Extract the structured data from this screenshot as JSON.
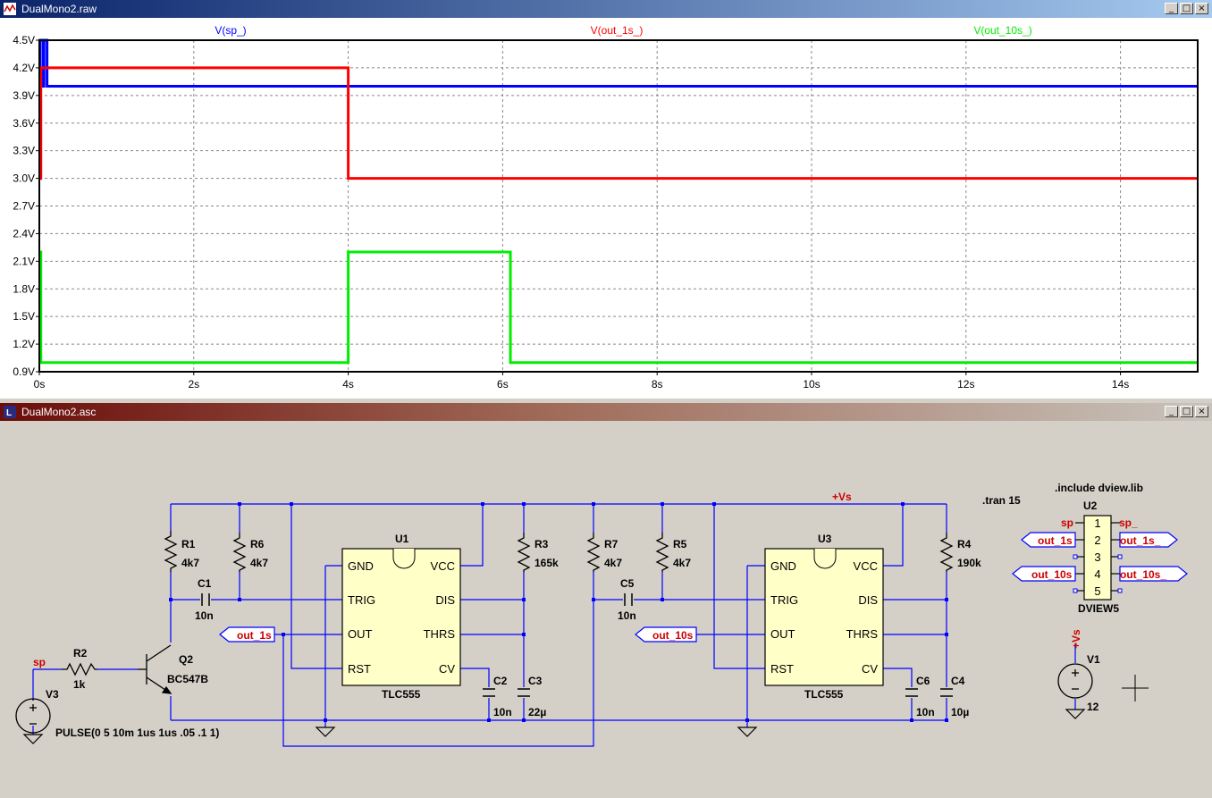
{
  "waveform_window": {
    "title": "DualMono2.raw",
    "minimize_glyph": "_",
    "maximize_glyph": "□",
    "close_glyph": "×"
  },
  "schematic_window": {
    "title": "DualMono2.asc",
    "minimize_glyph": "_",
    "maximize_glyph": "□",
    "close_glyph": "×"
  },
  "chart_data": {
    "type": "line",
    "xlim": [
      0,
      15
    ],
    "ylim": [
      0.9,
      4.5
    ],
    "xticks": [
      0,
      2,
      4,
      6,
      8,
      10,
      12,
      14
    ],
    "xtick_labels": [
      "0s",
      "2s",
      "4s",
      "6s",
      "8s",
      "10s",
      "12s",
      "14s"
    ],
    "yticks": [
      0.9,
      1.2,
      1.5,
      1.8,
      2.1,
      2.4,
      2.7,
      3.0,
      3.3,
      3.6,
      3.9,
      4.2,
      4.5
    ],
    "ytick_labels": [
      "0.9V",
      "1.2V",
      "1.5V",
      "1.8V",
      "2.1V",
      "2.4V",
      "2.7V",
      "3.0V",
      "3.3V",
      "3.6V",
      "3.9V",
      "4.2V",
      "4.5V"
    ],
    "grid": true,
    "series": [
      {
        "name": "V(sp_)",
        "color": "#0000ff",
        "x": [
          0,
          0.01,
          0.01,
          0.05,
          0.05,
          0.06,
          0.06,
          0.1,
          0.1,
          15
        ],
        "y": [
          3.0,
          3.0,
          4.5,
          4.5,
          4.0,
          4.0,
          4.5,
          4.5,
          4.0,
          4.0
        ]
      },
      {
        "name": "V(out_1s_)",
        "color": "#ff0000",
        "x": [
          0,
          0.02,
          0.02,
          4.0,
          4.0,
          15
        ],
        "y": [
          3.0,
          3.0,
          4.2,
          4.2,
          3.0,
          3.0
        ]
      },
      {
        "name": "V(out_10s_)",
        "color": "#00ee00",
        "x": [
          0,
          0.02,
          0.02,
          4.0,
          4.0,
          6.1,
          6.1,
          15
        ],
        "y": [
          2.2,
          2.2,
          1.0,
          1.0,
          2.2,
          2.2,
          1.0,
          1.0
        ]
      }
    ]
  },
  "schematic": {
    "directives": {
      "tran": ".tran 15",
      "include": ".include dview.lib"
    },
    "rail_label": "+Vs",
    "components": {
      "R1": {
        "ref": "R1",
        "value": "4k7"
      },
      "R2": {
        "ref": "R2",
        "value": "1k"
      },
      "R3": {
        "ref": "R3",
        "value": "165k"
      },
      "R4": {
        "ref": "R4",
        "value": "190k"
      },
      "R5": {
        "ref": "R5",
        "value": "4k7"
      },
      "R6": {
        "ref": "R6",
        "value": "4k7"
      },
      "R7": {
        "ref": "R7",
        "value": "4k7"
      },
      "C1": {
        "ref": "C1",
        "value": "10n"
      },
      "C2": {
        "ref": "C2",
        "value": "10n"
      },
      "C3": {
        "ref": "C3",
        "value": "22µ"
      },
      "C4": {
        "ref": "C4",
        "value": "10µ"
      },
      "C5": {
        "ref": "C5",
        "value": "10n"
      },
      "C6": {
        "ref": "C6",
        "value": "10n"
      },
      "Q2": {
        "ref": "Q2",
        "value": "BC547B"
      },
      "U1": {
        "ref": "U1",
        "value": "TLC555"
      },
      "U3": {
        "ref": "U3",
        "value": "TLC555"
      },
      "V1": {
        "ref": "V1",
        "value": "12"
      },
      "V3": {
        "ref": "V3",
        "value": "PULSE(0 5 10m 1us 1us .05 .1 1)"
      },
      "U2": {
        "ref": "U2",
        "value": "DVIEW5"
      }
    },
    "ic_pins": {
      "gnd": "GND",
      "trig": "TRIG",
      "out": "OUT",
      "rst": "RST",
      "vcc": "VCC",
      "dis": "DIS",
      "thrs": "THRS",
      "cv": "CV"
    },
    "net_labels": {
      "sp": "sp",
      "sp_": "sp_",
      "out_1s": "out_1s",
      "out_1s_": "out_1s_",
      "out_10s": "out_10s",
      "out_10s_": "out_10s_",
      "vs": "+Vs"
    },
    "dview_pins": [
      "1",
      "2",
      "3",
      "4",
      "5"
    ]
  }
}
